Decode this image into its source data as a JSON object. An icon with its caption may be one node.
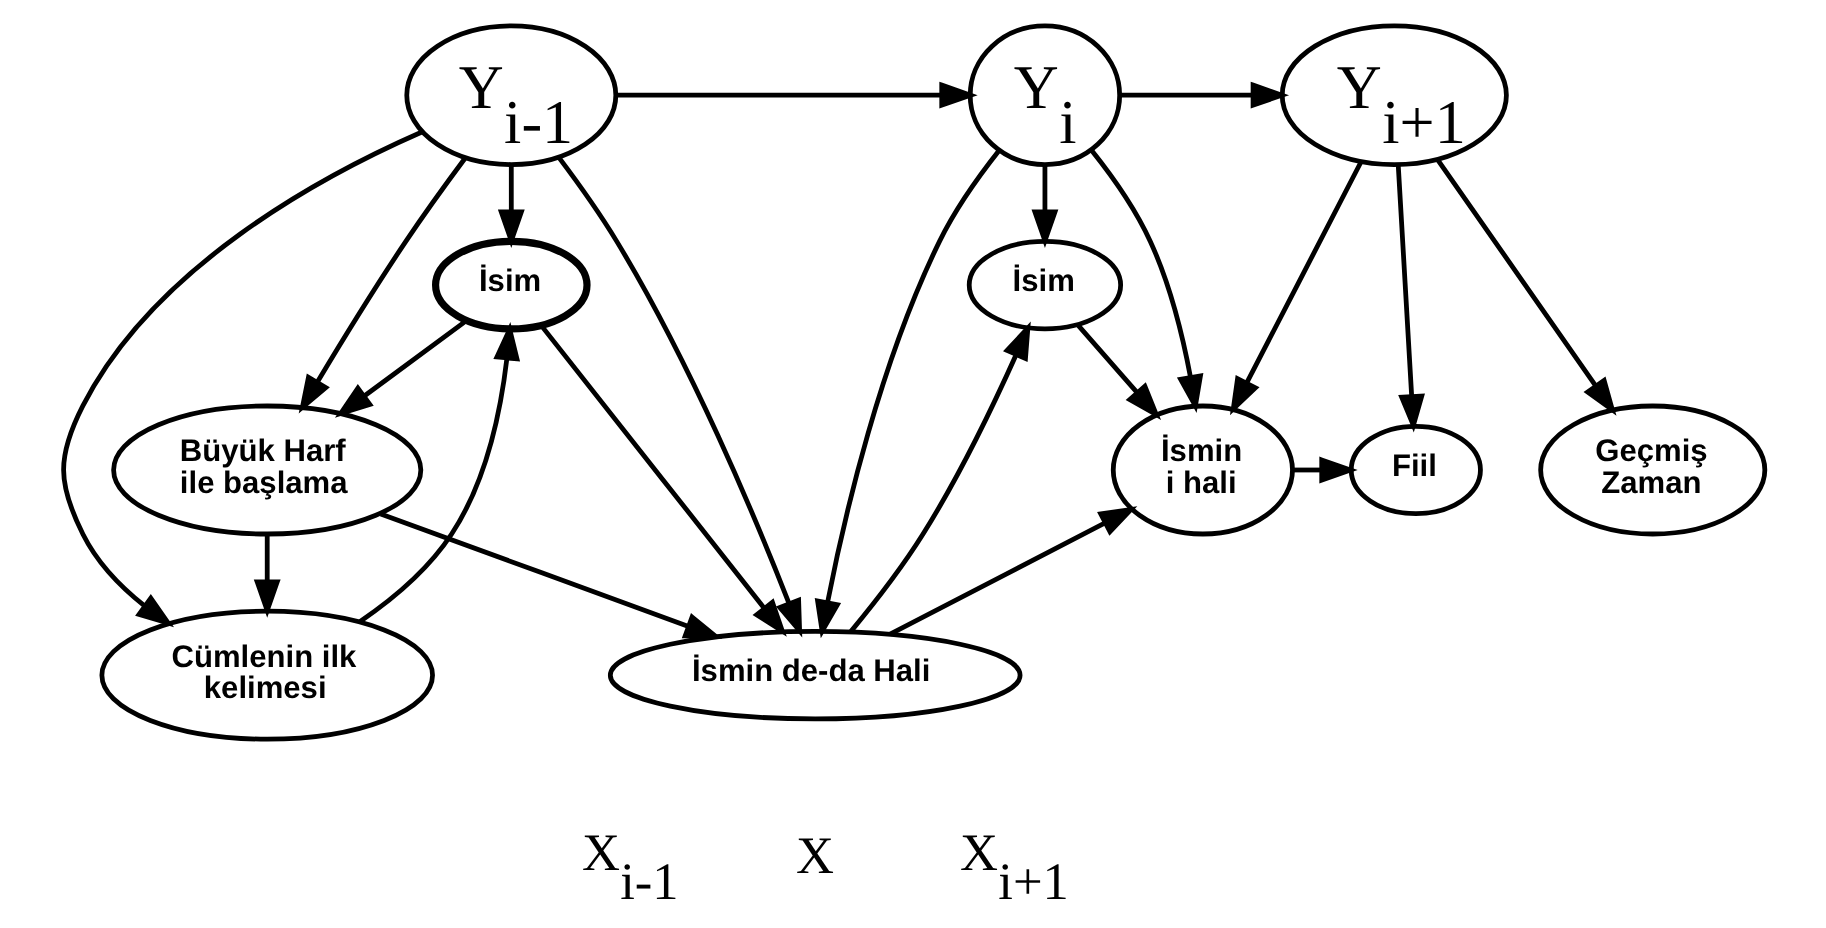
{
  "diagram": {
    "nodes": [
      {
        "text": [
          "Y$_{i-1}$"
        ]
      },
      {
        "text": [
          "Y$_{i}$"
        ]
      },
      {
        "text": [
          "Y$_{i+1}$"
        ]
      },
      {
        "text": [
          "İsim"
        ]
      },
      {
        "text": [
          "Büyük Harf ile başlama"
        ]
      },
      {
        "text": [
          "Cümlenin ilk kelimesi"
        ]
      },
      {
        "text": [
          "İsmin de-da Hali"
        ]
      },
      {
        "text": [
          "İsim"
        ]
      },
      {
        "text": [
          "İsmin i hali"
        ]
      },
      {
        "text": [
          "Fiil"
        ]
      },
      {
        "text": [
          "Geçmiş Zaman"
        ]
      }
    ],
    "edges": [
      {
        "from": 0,
        "to": 1,
        "arrow": "to"
      },
      {
        "from": 1,
        "to": 2,
        "arrow": "to"
      },
      {
        "from": 0,
        "to": 3,
        "arrow": "to"
      },
      {
        "from": 0,
        "to": 4,
        "arrow": "to"
      },
      {
        "from": 0,
        "to": 5,
        "arrow": "to"
      },
      {
        "from": 0,
        "to": 6,
        "arrow": "to"
      },
      {
        "from": 3,
        "to": 4,
        "arrow": "to"
      },
      {
        "from": 3,
        "to": 6,
        "arrow": "to"
      },
      {
        "from": 5,
        "to": 3,
        "arrow": "to"
      },
      {
        "from": 4,
        "to": 5,
        "arrow": "to"
      },
      {
        "from": 4,
        "to": 6,
        "arrow": "to"
      },
      {
        "from": 1,
        "to": 7,
        "arrow": "to"
      },
      {
        "from": 1,
        "to": 6,
        "arrow": "to"
      },
      {
        "from": 1,
        "to": 8,
        "arrow": "to"
      },
      {
        "from": 6,
        "to": 7,
        "arrow": "to"
      },
      {
        "from": 7,
        "to": 8,
        "arrow": "to"
      },
      {
        "from": 6,
        "to": 8,
        "arrow": "to"
      },
      {
        "from": 8,
        "to": 9,
        "arrow": "to"
      },
      {
        "from": 2,
        "to": 8,
        "arrow": "to"
      },
      {
        "from": 2,
        "to": 9,
        "arrow": "to"
      },
      {
        "from": 2,
        "to": 10,
        "arrow": "to"
      }
    ],
    "labels": [
      "X$_{i-1}$",
      "X",
      "X$_{i+1}$"
    ]
  }
}
